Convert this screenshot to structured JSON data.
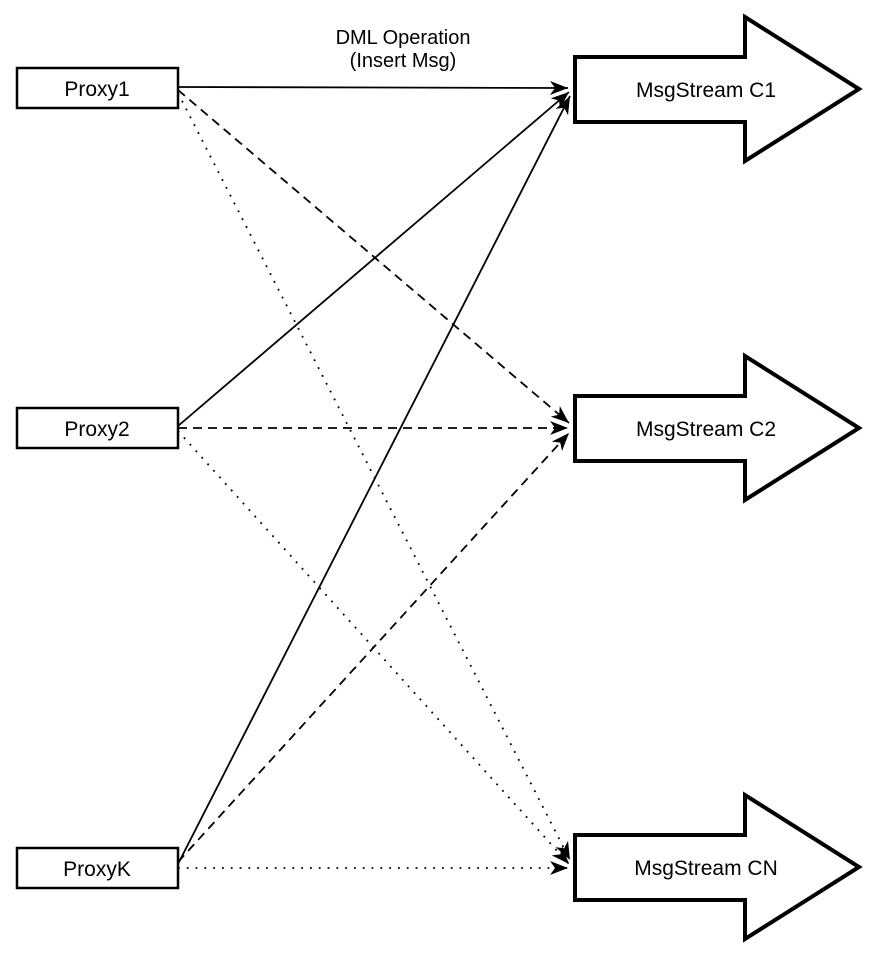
{
  "diagram": {
    "title_label": {
      "line1": "DML Operation",
      "line2": "(Insert Msg)"
    },
    "proxies": [
      {
        "label": "Proxy1"
      },
      {
        "label": "Proxy2"
      },
      {
        "label": "ProxyK"
      }
    ],
    "streams": [
      {
        "label": "MsgStream C1"
      },
      {
        "label": "MsgStream C2"
      },
      {
        "label": "MsgStream CN"
      }
    ],
    "edges": [
      {
        "from": "Proxy1",
        "to": "MsgStream C1",
        "style": "solid"
      },
      {
        "from": "Proxy2",
        "to": "MsgStream C1",
        "style": "solid"
      },
      {
        "from": "ProxyK",
        "to": "MsgStream C1",
        "style": "solid"
      },
      {
        "from": "Proxy1",
        "to": "MsgStream C2",
        "style": "dashed"
      },
      {
        "from": "Proxy2",
        "to": "MsgStream C2",
        "style": "dashed"
      },
      {
        "from": "ProxyK",
        "to": "MsgStream C2",
        "style": "dashed"
      },
      {
        "from": "Proxy1",
        "to": "MsgStream CN",
        "style": "dotted"
      },
      {
        "from": "Proxy2",
        "to": "MsgStream CN",
        "style": "dotted"
      },
      {
        "from": "ProxyK",
        "to": "MsgStream CN",
        "style": "dotted"
      }
    ],
    "colors": {
      "stroke": "#000000",
      "fill": "#ffffff",
      "background": "#ffffff"
    }
  }
}
